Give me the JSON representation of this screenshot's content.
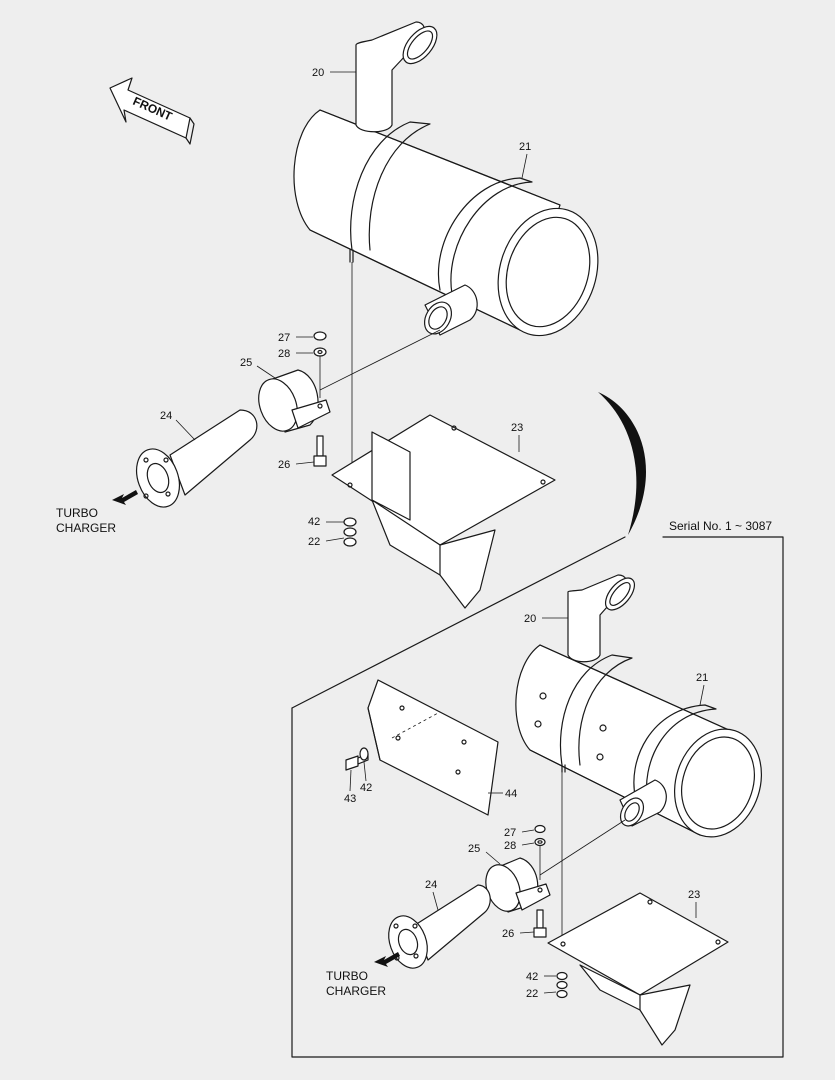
{
  "labels": {
    "front": "FRONT",
    "turbo_1": "TURBO",
    "charger_1": "CHARGER",
    "turbo_2": "TURBO",
    "charger_2": "CHARGER",
    "serial": "Serial No. 1 ~ 3087"
  },
  "callouts_top": {
    "p20": "20",
    "p21": "21",
    "p27": "27",
    "p28": "28",
    "p25": "25",
    "p24": "24",
    "p23": "23",
    "p26": "26",
    "p42": "42",
    "p22": "22"
  },
  "callouts_bottom": {
    "p20": "20",
    "p21": "21",
    "p27": "27",
    "p28": "28",
    "p25": "25",
    "p24": "24",
    "p23": "23",
    "p26": "26",
    "p42a": "42",
    "p42b": "42",
    "p22": "22",
    "p43": "43",
    "p44": "44"
  },
  "colors": {
    "background": "#eeeeee",
    "line": "#1a1a1a",
    "fill": "#ffffff"
  }
}
